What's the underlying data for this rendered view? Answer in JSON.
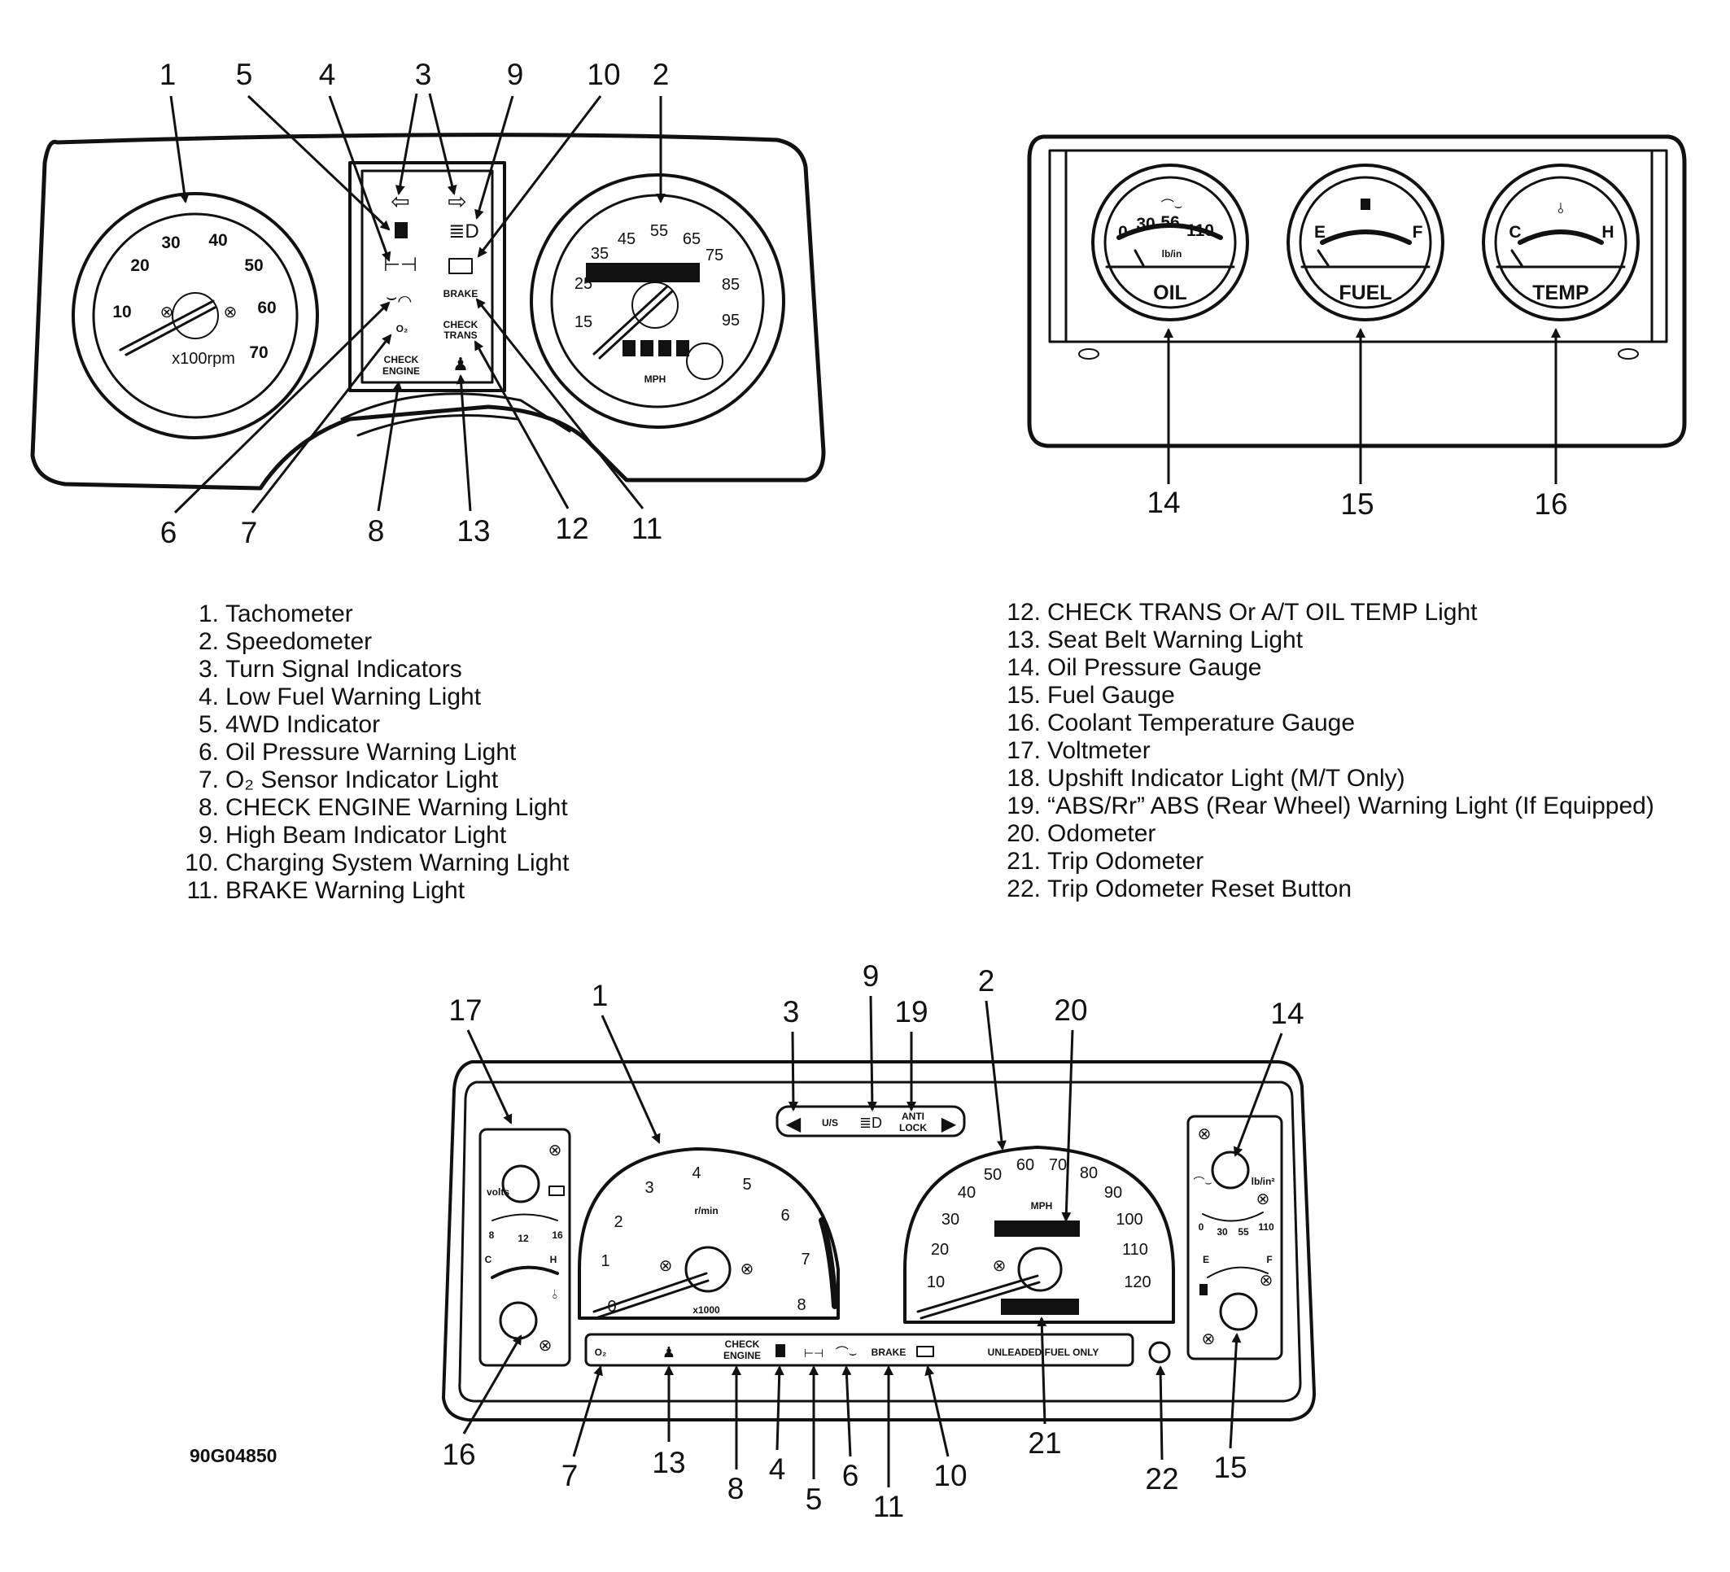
{
  "figure_id": "90G04850",
  "legend_left": [
    {
      "num": "1.",
      "label": "Tachometer"
    },
    {
      "num": "2.",
      "label": "Speedometer"
    },
    {
      "num": "3.",
      "label": "Turn Signal Indicators"
    },
    {
      "num": "4.",
      "label": "Low Fuel Warning Light"
    },
    {
      "num": "5.",
      "label": "4WD Indicator"
    },
    {
      "num": "6.",
      "label": "Oil Pressure Warning Light"
    },
    {
      "num": "7.",
      "label": "O₂ Sensor Indicator Light"
    },
    {
      "num": "8.",
      "label": "CHECK ENGINE Warning Light"
    },
    {
      "num": "9.",
      "label": "High Beam Indicator Light"
    },
    {
      "num": "10.",
      "label": "Charging System Warning Light"
    },
    {
      "num": "11.",
      "label": "BRAKE Warning Light"
    }
  ],
  "legend_right": [
    {
      "num": "12.",
      "label": "CHECK TRANS Or A/T OIL TEMP Light"
    },
    {
      "num": "13.",
      "label": "Seat Belt Warning Light"
    },
    {
      "num": "14.",
      "label": "Oil Pressure Gauge"
    },
    {
      "num": "15.",
      "label": "Fuel Gauge"
    },
    {
      "num": "16.",
      "label": "Coolant Temperature Gauge"
    },
    {
      "num": "17.",
      "label": "Voltmeter"
    },
    {
      "num": "18.",
      "label": "Upshift Indicator Light (M/T Only)"
    },
    {
      "num": "19.",
      "label": "“ABS/Rr” ABS (Rear Wheel) Warning Light (If Equipped)"
    },
    {
      "num": "20.",
      "label": "Odometer"
    },
    {
      "num": "21.",
      "label": "Trip Odometer"
    },
    {
      "num": "22.",
      "label": "Trip Odometer Reset Button"
    }
  ],
  "cluster_a": {
    "callouts": {
      "c1": "1",
      "c5": "5",
      "c4": "4",
      "c3": "3",
      "c9": "9",
      "c10": "10",
      "c2": "2",
      "c6": "6",
      "c7": "7",
      "c8": "8",
      "c13": "13",
      "c12": "12",
      "c11": "11"
    },
    "tach_numbers": [
      "10",
      "20",
      "30",
      "40",
      "50",
      "60",
      "70"
    ],
    "tach_unit": "x100rpm",
    "speedo_numbers": [
      "15",
      "25",
      "35",
      "45",
      "55",
      "65",
      "75",
      "85",
      "95"
    ],
    "speedo_unit": "MPH",
    "indicator_brake": "BRAKE",
    "indicator_check": "CHECK",
    "indicator_trans": "TRANS",
    "indicator_engine": "ENGINE",
    "indicator_o2": "O₂"
  },
  "aux_gauges": {
    "callouts": {
      "c14": "14",
      "c15": "15",
      "c16": "16"
    },
    "oil": {
      "label": "OIL",
      "scale": [
        "0",
        "30",
        "56",
        "110"
      ],
      "unit": "lb/in"
    },
    "fuel": {
      "label": "FUEL",
      "empty": "E",
      "full": "F"
    },
    "temp": {
      "label": "TEMP",
      "cold": "C",
      "hot": "H"
    }
  },
  "cluster_b": {
    "callouts": {
      "c17": "17",
      "c1": "1",
      "c3": "3",
      "c9": "9",
      "c19": "19",
      "c2": "2",
      "c20": "20",
      "c14": "14",
      "c16": "16",
      "c7": "7",
      "c13": "13",
      "c8": "8",
      "c4": "4",
      "c5": "5",
      "c6": "6",
      "c11": "11",
      "c10": "10",
      "c21": "21",
      "c22": "22",
      "c15": "15"
    },
    "tach_numbers": [
      "0",
      "1",
      "2",
      "3",
      "4",
      "5",
      "6",
      "7",
      "8"
    ],
    "tach_unit": "r/min",
    "tach_mult": "x1000",
    "speedo_numbers": [
      "10",
      "20",
      "30",
      "40",
      "50",
      "60",
      "70",
      "80",
      "90",
      "100",
      "110",
      "120"
    ],
    "speedo_unit": "MPH",
    "top_us": "U/S",
    "top_anti": "ANTI",
    "top_lock": "LOCK",
    "volts_label": "volts",
    "volts_scale": [
      "8",
      "12",
      "16"
    ],
    "temp_c": "C",
    "temp_h": "H",
    "oil_scale": [
      "0",
      "30",
      "55",
      "110"
    ],
    "oil_unit": "lb/in²",
    "fuel_e": "E",
    "fuel_f": "F",
    "strip_o2": "O₂",
    "strip_check": "CHECK",
    "strip_engine": "ENGINE",
    "strip_brake": "BRAKE",
    "strip_unleaded": "UNLEADED FUEL ONLY"
  }
}
